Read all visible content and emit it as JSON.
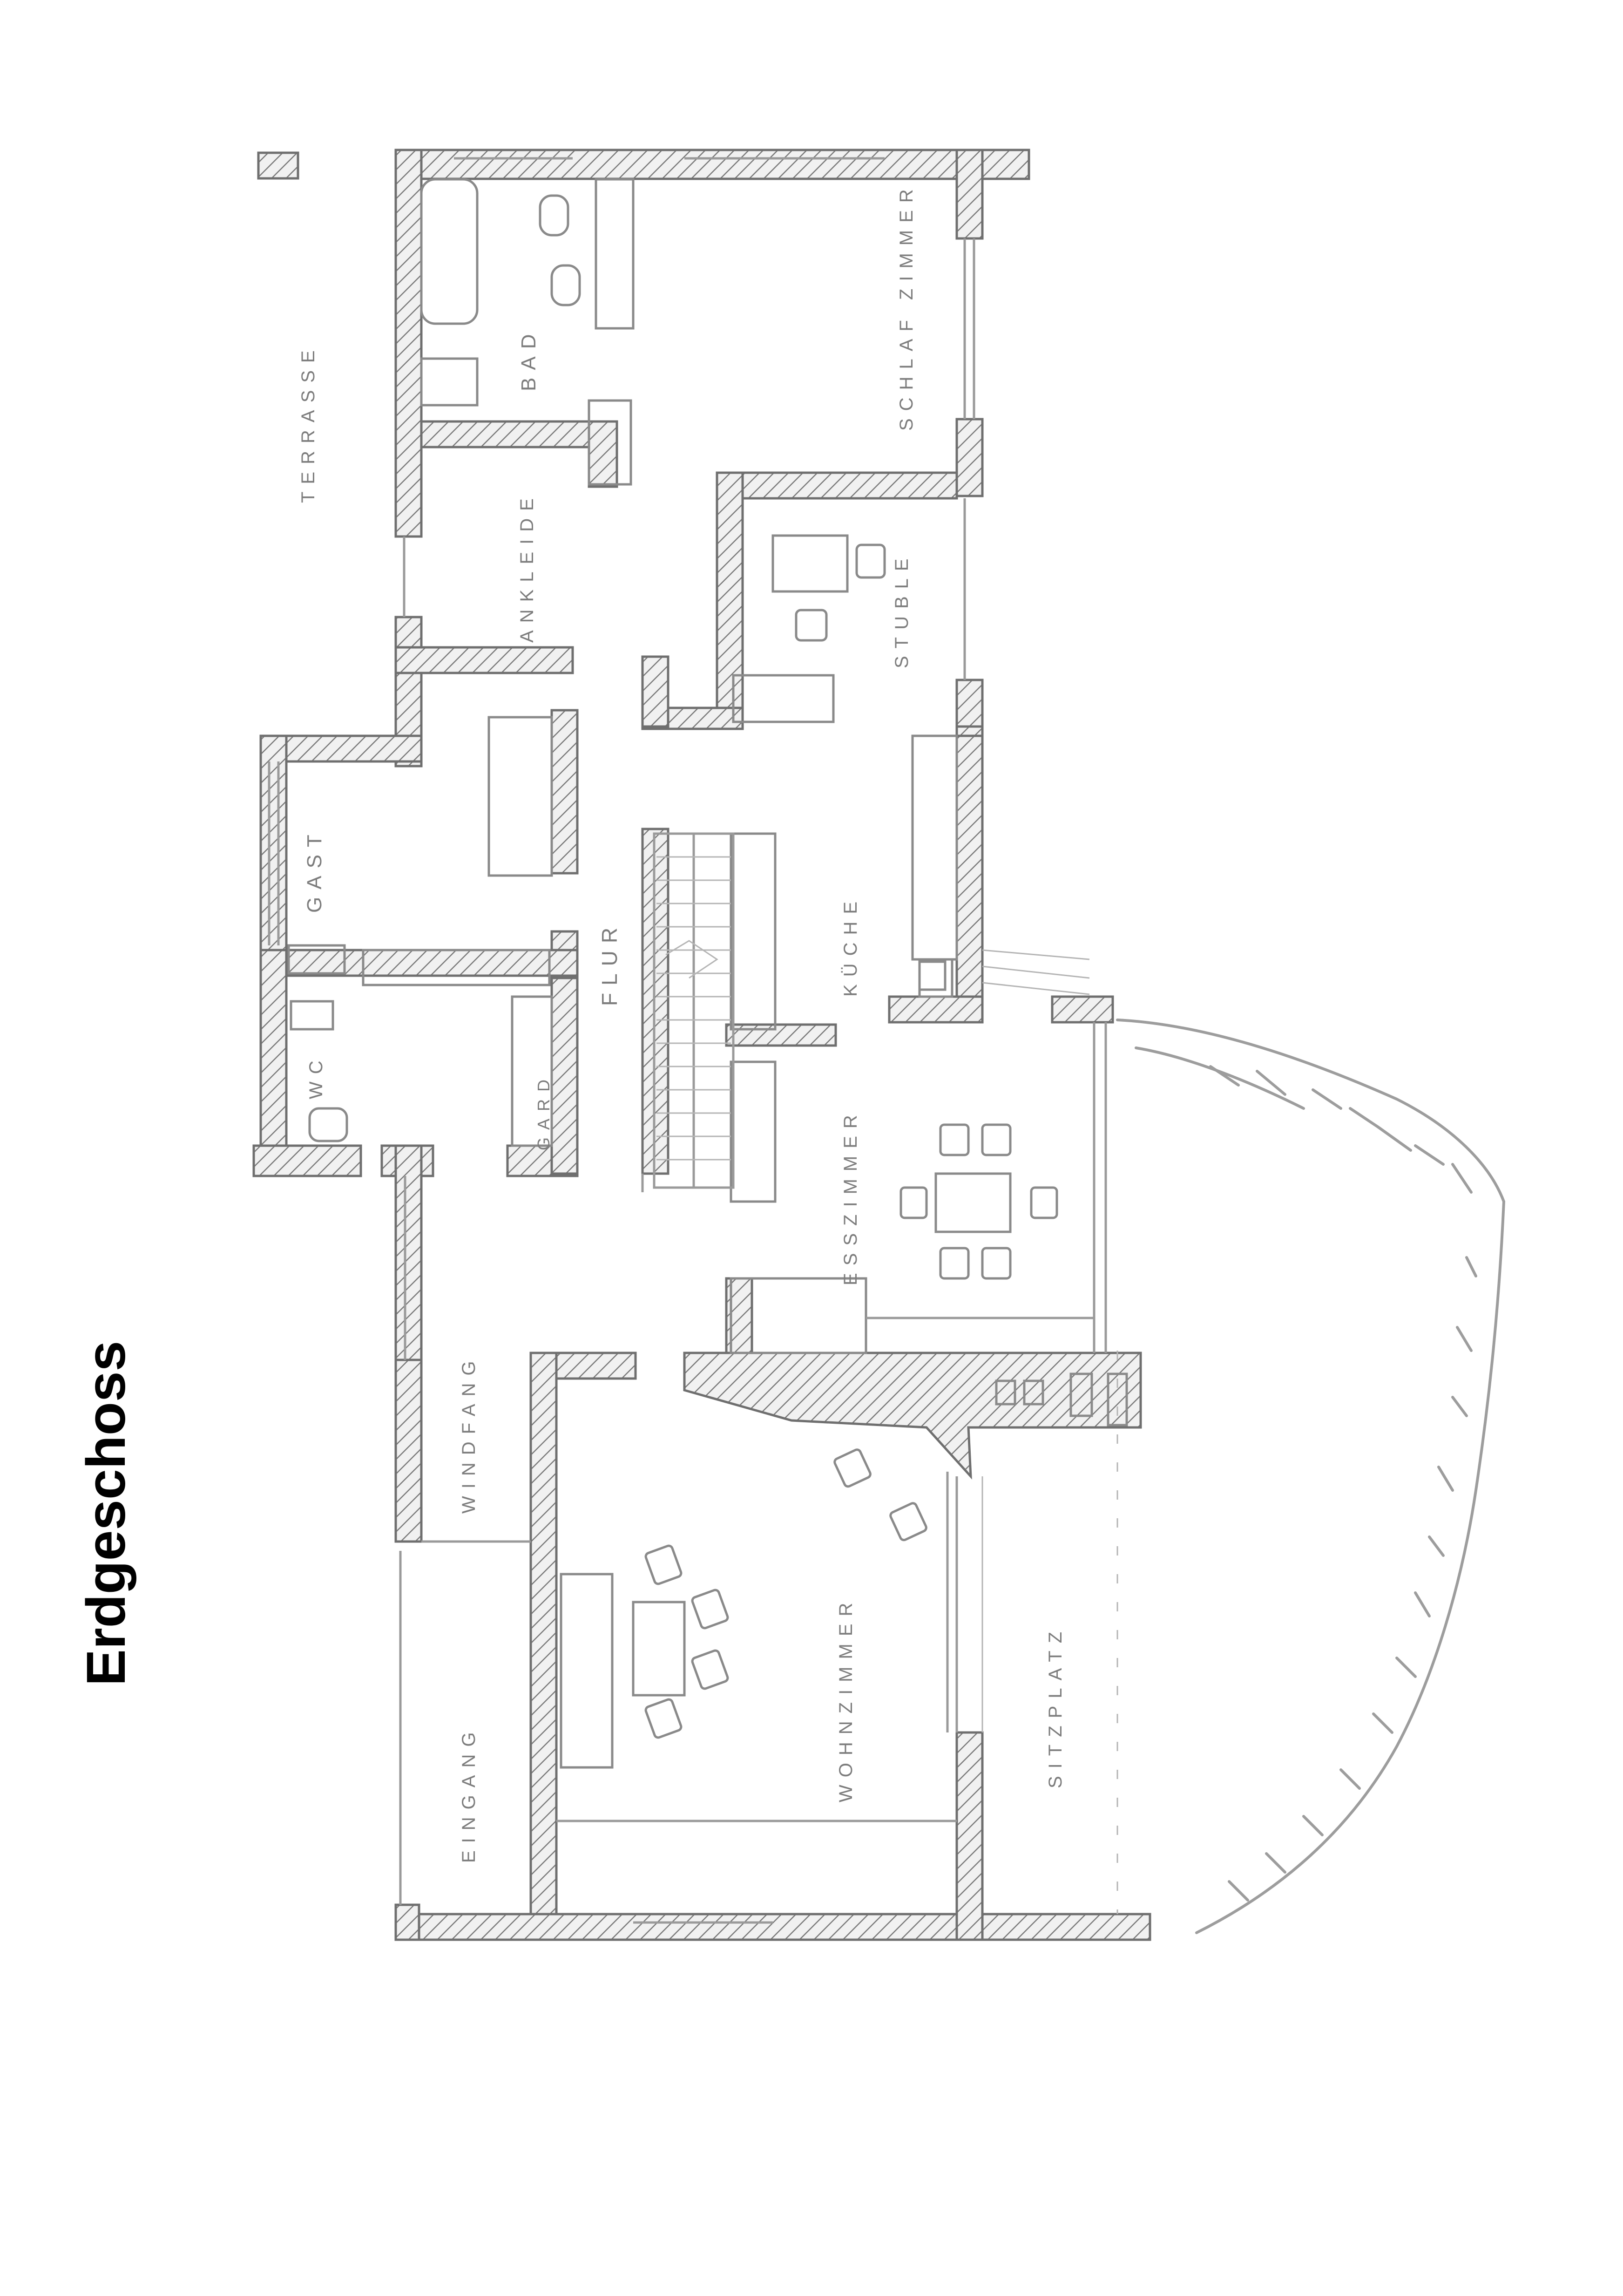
{
  "title": "Erdgeschoss",
  "rooms": {
    "terrasse": "TERRASSE",
    "bad": "BAD",
    "schlafzimmer": "SCHLAF ZIMMER",
    "ankleide": "ANKLEIDE",
    "stuble": "STUBLE",
    "gast": "GAST",
    "flur": "FLUR",
    "kuche": "KÜCHE",
    "wc": "WC",
    "gard": "GARD",
    "esszimmer": "ESSZIMMER",
    "windfang": "WINDFANG",
    "eingang": "EINGANG",
    "wohnzimmer": "WOHNZIMMER",
    "sitzplatz": "SITZPLATZ"
  }
}
